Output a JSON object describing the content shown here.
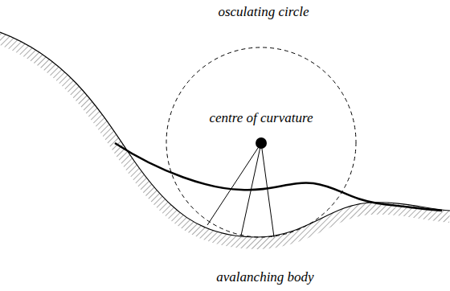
{
  "diagram": {
    "labels": [
      "osculating circle",
      "centre of curvature",
      "avalanching body"
    ]
  }
}
